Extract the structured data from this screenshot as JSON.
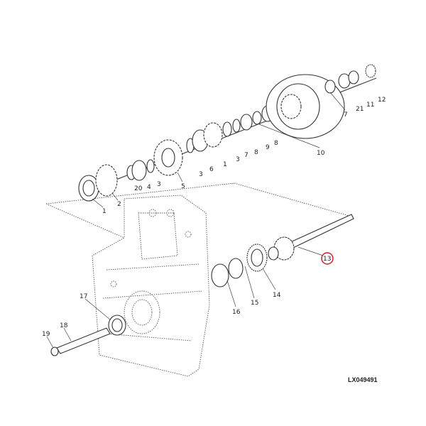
{
  "diagram": {
    "drawing_code": "LX049491",
    "highlight_color": "#cc2222",
    "highlighted_part": "13",
    "callouts": [
      {
        "id": "c1",
        "label": "1"
      },
      {
        "id": "c2",
        "label": "2"
      },
      {
        "id": "c20",
        "label": "20"
      },
      {
        "id": "c4",
        "label": "4"
      },
      {
        "id": "c3a",
        "label": "3"
      },
      {
        "id": "c5",
        "label": "5"
      },
      {
        "id": "c3b",
        "label": "3"
      },
      {
        "id": "c6",
        "label": "6"
      },
      {
        "id": "c1b",
        "label": "1"
      },
      {
        "id": "c3c",
        "label": "3"
      },
      {
        "id": "c7a",
        "label": "7"
      },
      {
        "id": "c8a",
        "label": "8"
      },
      {
        "id": "c9",
        "label": "9"
      },
      {
        "id": "c8b",
        "label": "8"
      },
      {
        "id": "c10",
        "label": "10"
      },
      {
        "id": "c7b",
        "label": "7"
      },
      {
        "id": "c21",
        "label": "21"
      },
      {
        "id": "c11",
        "label": "11"
      },
      {
        "id": "c12",
        "label": "12"
      },
      {
        "id": "c13",
        "label": "13"
      },
      {
        "id": "c14",
        "label": "14"
      },
      {
        "id": "c15",
        "label": "15"
      },
      {
        "id": "c16",
        "label": "16"
      },
      {
        "id": "c17",
        "label": "17"
      },
      {
        "id": "c18",
        "label": "18"
      },
      {
        "id": "c19",
        "label": "19"
      }
    ]
  }
}
